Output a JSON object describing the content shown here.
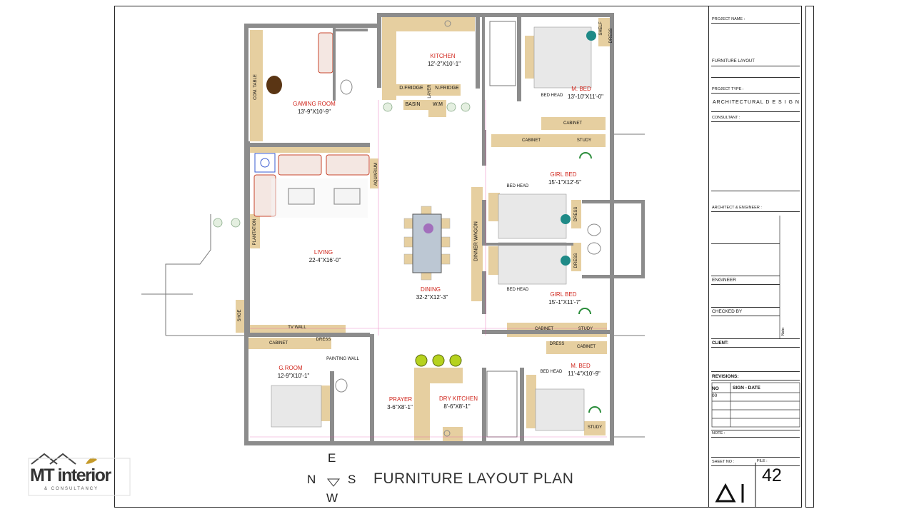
{
  "plan_title": "FURNITURE LAYOUT PLAN",
  "compass": {
    "top": "E",
    "left": "N",
    "right": "S",
    "bottom": "W"
  },
  "logo": {
    "main": "MT interior",
    "sub": "& CONSULTANCY"
  },
  "rooms": [
    {
      "name": "GAMING ROOM",
      "dim": "13'-9\"X10'-9\""
    },
    {
      "name": "KITCHEN",
      "dim": "12'-2\"X10'-1\""
    },
    {
      "name": "M. BED",
      "dim": "13'-10\"X11'-0\""
    },
    {
      "name": "GIRL BED",
      "dim": "15'-1\"X12'-5\""
    },
    {
      "name": "LIVING",
      "dim": "22-4\"X16'-0\""
    },
    {
      "name": "DINING",
      "dim": "32-2\"X12'-3\""
    },
    {
      "name": "GIRL BED",
      "dim": "15'-1\"X11'-7\""
    },
    {
      "name": "G.ROOM",
      "dim": "12-9\"X10'-1\""
    },
    {
      "name": "PRAYER",
      "dim": "3-6\"X8'-1\""
    },
    {
      "name": "DRY KITCHEN",
      "dim": "8'-6\"X8'-1\""
    },
    {
      "name": "M. BED",
      "dim": "11'-4\"X10'-9\""
    }
  ],
  "fixtures": {
    "d_fridge": "D.FRIDGE",
    "layer": "LAYER",
    "n_fridge": "N.FRIDGE",
    "basin": "BASIN",
    "wm": "W.M",
    "com_table": "COM. TABLE",
    "shelf": "SHELF",
    "dress": "DRESS",
    "bed_head": "BED HEAD",
    "cabinet": "CABINET",
    "study": "STUDY",
    "aquarium": "AQUARIUM",
    "plantation": "PLANTATION",
    "dinner_wagon": "DINNER WAGON",
    "shoe": "SHOE",
    "tv_wall": "TV WALL",
    "painting_wall": "PAINTING WALL"
  },
  "title_block": {
    "project_name": "PROJECT NAME :",
    "drawing_title_value": "FURNITURE LAYOUT",
    "project_type": "PROJECT TYPE :",
    "project_type_value": "ARCHITECTURAL  D E S I G N",
    "consultant": "CONSULTANT :",
    "architect": "ARCHITECT & ENGINEER :",
    "engineer": "ENGINEER",
    "checked_by": "CHECKED BY",
    "note_small": "Note:",
    "client": "CLIENT:",
    "revisions": "REVISIONS:",
    "rev_no": "NO",
    "rev_sign": "SIGN - DATE",
    "rev_first": "00",
    "note": "NOTE :",
    "sheet_no": "SHEET NO :",
    "file": "FILE :",
    "sheet_value": "42",
    "brand": "A1"
  },
  "colors": {
    "wall": "#8c8c8c",
    "wood": "#e6cfa0",
    "label_red": "#d0261c",
    "teal": "#1f8a87",
    "lime": "#b6d21e",
    "sofa": "#c8472f"
  }
}
